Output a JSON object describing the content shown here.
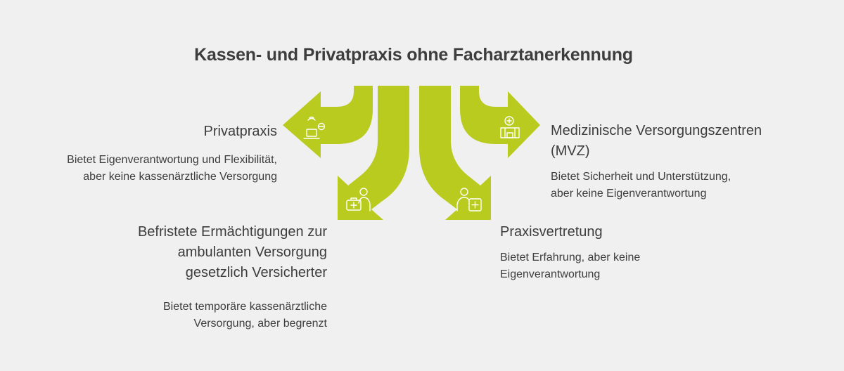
{
  "title": "Kassen- und Privatpraxis ohne Facharztanerkennung",
  "colors": {
    "arrow": "#b8cb1e",
    "background": "#f0f0f0",
    "text": "#3d3d3d",
    "icon": "#ffffff"
  },
  "options": [
    {
      "id": "privatpraxis",
      "heading": "Privatpraxis",
      "description_lines": [
        "Bietet Eigenverantwortung und Flexibilität,",
        "aber keine kassenärztliche Versorgung"
      ],
      "icon": "laptop-health-icon"
    },
    {
      "id": "befristete",
      "heading_lines": [
        "Befristete Ermächtigungen zur",
        "ambulanten Versorgung",
        "gesetzlich Versicherter"
      ],
      "description_lines": [
        "Bietet temporäre kassenärztliche",
        "Versorgung, aber begrenzt"
      ],
      "icon": "doctor-medkit-icon"
    },
    {
      "id": "mvz",
      "heading_lines": [
        "Medizinische Versorgungszentren",
        "(MVZ)"
      ],
      "description_lines": [
        "Bietet Sicherheit und Unterstützung,",
        "aber keine Eigenverantwortung"
      ],
      "icon": "hospital-icon"
    },
    {
      "id": "praxisvertretung",
      "heading": "Praxisvertretung",
      "description_lines": [
        "Bietet Erfahrung, aber keine",
        "Eigenverantwortung"
      ],
      "icon": "doctor-clipboard-icon"
    }
  ]
}
